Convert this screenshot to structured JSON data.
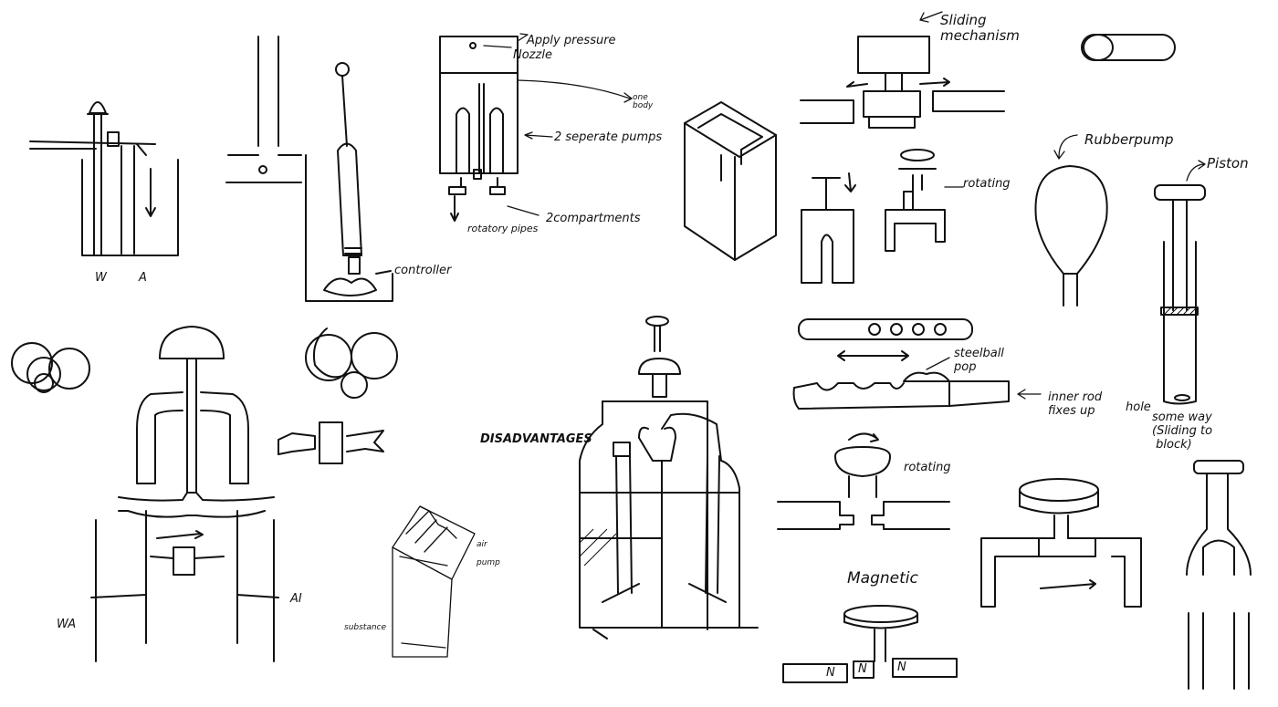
{
  "labels": {
    "apply_pressure": "Apply pressure",
    "nozzle": "Nozzle",
    "one_body": "one\nbody",
    "two_pumps": "2 seperate pumps",
    "two_compartments": "2compartments",
    "rotatory_pipes": "rotatory pipes",
    "controller": "controller",
    "w": "W",
    "a_mark": "A",
    "wa": "WA",
    "ai": "AI",
    "air": "air",
    "pump_small": "pump",
    "substance": "substance",
    "disadvantages": "DISADVANTAGES",
    "sliding_mechanism": "Sliding\nmechanism",
    "rotating_1": "rotating",
    "rubber_pump": "Rubberpump",
    "piston": "Piston",
    "steel_ball_pop": "steelball\npop",
    "inner_rod": "inner rod\nfixes up",
    "hole": "hole",
    "some_way": "some way\n(Sliding to\n block)",
    "rotating_2": "rotating",
    "magnetic": "Magnetic",
    "magnet_n1": "N",
    "magnet_n2": "N",
    "magnet_n3": "N"
  }
}
